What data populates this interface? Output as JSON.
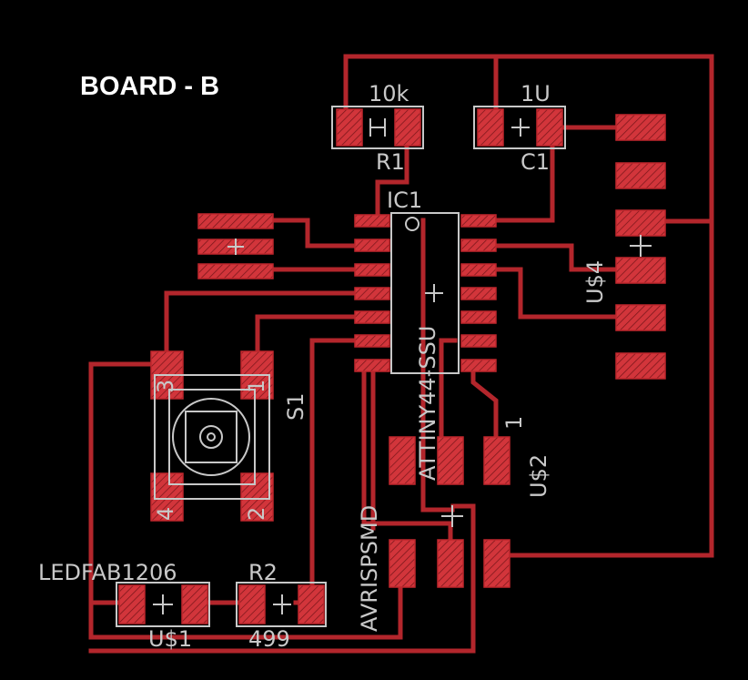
{
  "board": {
    "title": "BOARD - B",
    "colors": {
      "background": "#000000",
      "copper": "#b3262c",
      "silk": "#c8c8c8",
      "title": "#ffffff"
    }
  },
  "components": {
    "r1": {
      "name": "R1",
      "value": "10k"
    },
    "c1": {
      "name": "C1",
      "value": "1U"
    },
    "ic1": {
      "name": "IC1",
      "value": "ATTINY44-SSU"
    },
    "s1": {
      "name": "S1",
      "pins": [
        "1",
        "2",
        "3",
        "4"
      ]
    },
    "r2": {
      "name": "R2",
      "value": "499"
    },
    "led": {
      "name": "U$1",
      "value": "LEDFAB1206"
    },
    "header": {
      "name": "U$4"
    },
    "isp_header": {
      "name": "U$2",
      "value": "AVRISPSMD",
      "pin1": "1"
    }
  }
}
